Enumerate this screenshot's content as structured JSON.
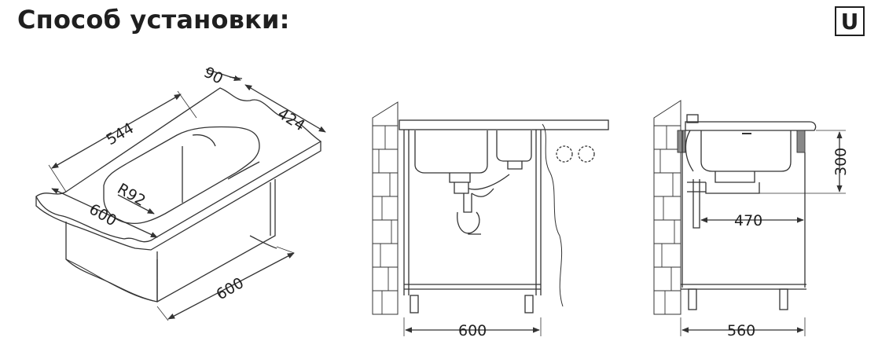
{
  "header": {
    "title": "Способ установки:",
    "badge": "U"
  },
  "dimensions": {
    "iso_width": "90",
    "iso_length": "544",
    "iso_depth_top": "424",
    "iso_radius": "R92",
    "iso_depth_front": "600",
    "iso_cabinet": "600",
    "front_width": "600",
    "side_depth": "560",
    "side_offset": "470",
    "side_height": "300"
  },
  "colors": {
    "line": "#333333",
    "brick": "#555555"
  }
}
